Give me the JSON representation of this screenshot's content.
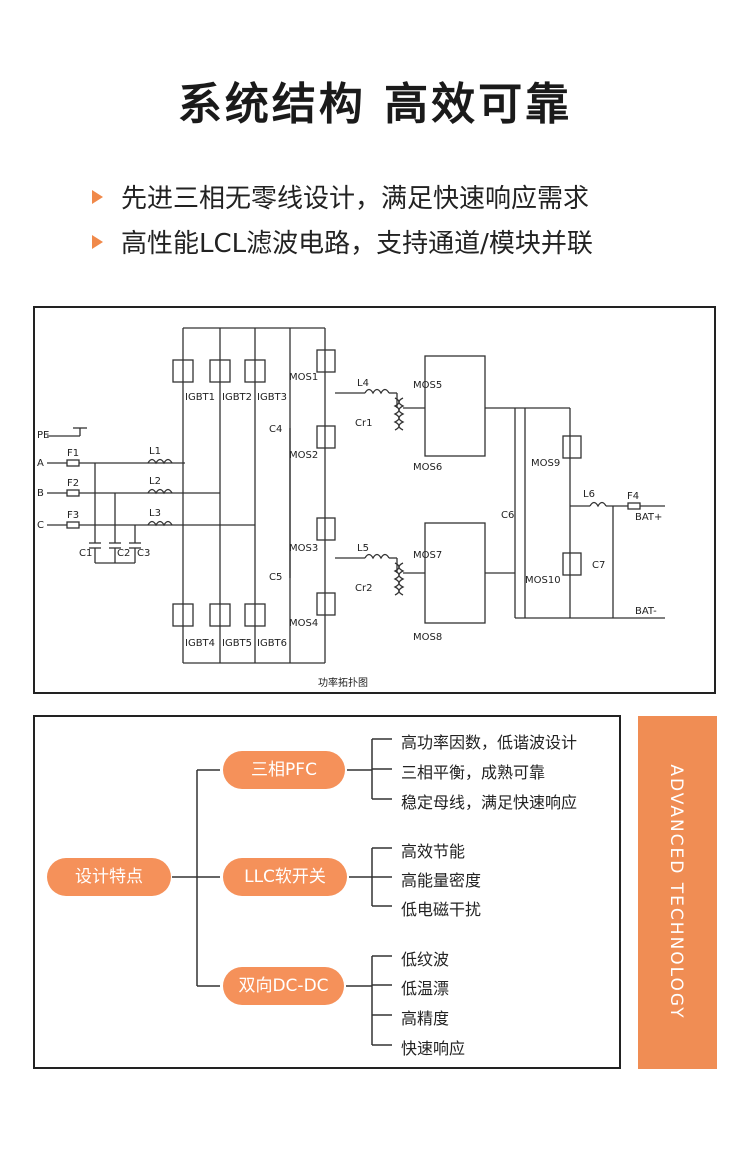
{
  "header": {
    "title": "系统结构 高效可靠",
    "bullets": [
      "先进三相无零线设计，满足快速响应需求",
      "高性能LCL滤波电路，支持通道/模块并联"
    ],
    "accent_color": "#f0894a"
  },
  "circuit": {
    "caption": "功率拓扑图",
    "inputs": [
      "PE",
      "A",
      "B",
      "C"
    ],
    "fuses": [
      "F1",
      "F2",
      "F3",
      "F4"
    ],
    "inductors": [
      "L1",
      "L2",
      "L3",
      "L4",
      "L5",
      "L6"
    ],
    "capacitors": [
      "C1",
      "C2",
      "C3",
      "C4",
      "C5",
      "C6",
      "C7"
    ],
    "resonant_caps": [
      "Cr1",
      "Cr2"
    ],
    "igbts": [
      "IGBT1",
      "IGBT2",
      "IGBT3",
      "IGBT4",
      "IGBT5",
      "IGBT6"
    ],
    "mosfets": [
      "MOS1",
      "MOS2",
      "MOS3",
      "MOS4",
      "MOS5",
      "MOS6",
      "MOS7",
      "MOS8",
      "MOS9",
      "MOS10"
    ],
    "outputs": [
      "BAT+",
      "BAT-"
    ]
  },
  "features": {
    "root": "设计特点",
    "groups": [
      {
        "label": "三相PFC",
        "items": [
          "高功率因数，低谐波设计",
          "三相平衡，成熟可靠",
          "稳定母线，满足快速响应"
        ]
      },
      {
        "label": "LLC软开关",
        "items": [
          "高效节能",
          "高能量密度",
          "低电磁干扰"
        ]
      },
      {
        "label": "双向DC-DC",
        "items": [
          "低纹波",
          "低温漂",
          "高精度",
          "快速响应"
        ]
      }
    ],
    "side_text": "ADVANCED TECHNOLOGY",
    "pill_color": "#f5915a"
  }
}
